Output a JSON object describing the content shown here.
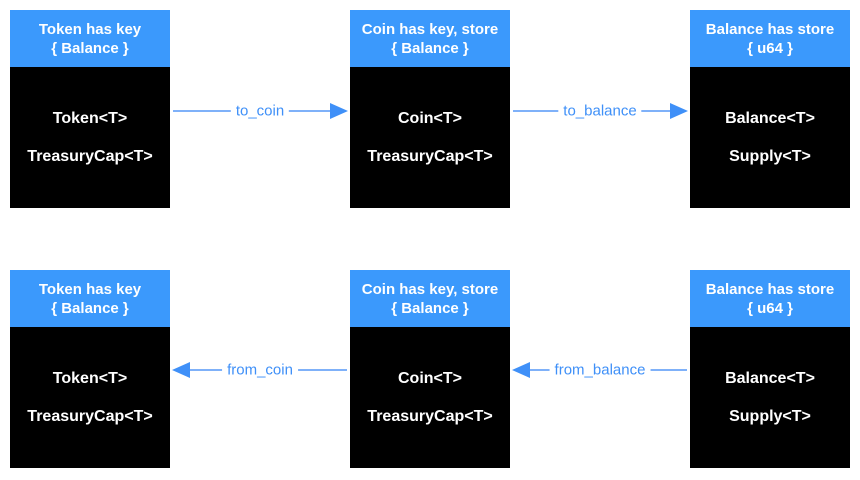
{
  "colors": {
    "background": "#ffffff",
    "header_blue": "#3b99fc",
    "box_black": "#000000",
    "text_white": "#ffffff",
    "arrow_line": "#7fb1f9",
    "arrow_accent": "#3f90f8"
  },
  "rows": [
    {
      "name": "to-flow",
      "boxes": [
        {
          "header_line1": "Token has key",
          "header_line2": "{ Balance }",
          "fields": [
            "Token<T>",
            "TreasuryCap<T>"
          ]
        },
        {
          "header_line1": "Coin has key, store",
          "header_line2": "{ Balance }",
          "fields": [
            "Coin<T>",
            "TreasuryCap<T>"
          ]
        },
        {
          "header_line1": "Balance has store",
          "header_line2": "{ u64 }",
          "fields": [
            "Balance<T>",
            "Supply<T>"
          ]
        }
      ],
      "arrows": [
        {
          "label": "to_coin",
          "direction": "right"
        },
        {
          "label": "to_balance",
          "direction": "right"
        }
      ]
    },
    {
      "name": "from-flow",
      "boxes": [
        {
          "header_line1": "Token has key",
          "header_line2": "{ Balance }",
          "fields": [
            "Token<T>",
            "TreasuryCap<T>"
          ]
        },
        {
          "header_line1": "Coin has key, store",
          "header_line2": "{ Balance }",
          "fields": [
            "Coin<T>",
            "TreasuryCap<T>"
          ]
        },
        {
          "header_line1": "Balance has store",
          "header_line2": "{ u64 }",
          "fields": [
            "Balance<T>",
            "Supply<T>"
          ]
        }
      ],
      "arrows": [
        {
          "label": "from_coin",
          "direction": "left"
        },
        {
          "label": "from_balance",
          "direction": "left"
        }
      ]
    }
  ]
}
